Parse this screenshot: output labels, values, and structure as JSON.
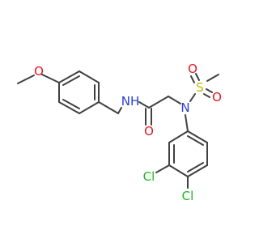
{
  "atoms": {
    "o_methoxy": {
      "text": "O",
      "color": "#e8141e"
    },
    "nh": {
      "text": "NH",
      "color": "#2a3fd6"
    },
    "o_carbonyl": {
      "text": "O",
      "color": "#e8141e"
    },
    "n_sulfonamide": {
      "text": "N",
      "color": "#2a3fd6"
    },
    "s": {
      "text": "S",
      "color": "#c9b400"
    },
    "o_sulfonyl_top": {
      "text": "O",
      "color": "#e8141e"
    },
    "o_sulfonyl_right": {
      "text": "O",
      "color": "#e8141e"
    },
    "cl_upper": {
      "text": "Cl",
      "color": "#1bb81b"
    },
    "cl_lower": {
      "text": "Cl",
      "color": "#1bb81b"
    }
  }
}
